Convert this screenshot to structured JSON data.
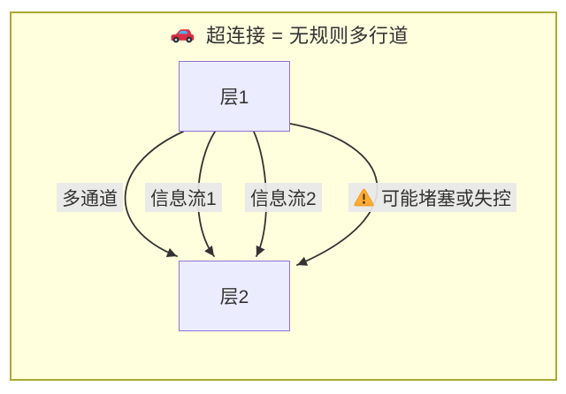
{
  "diagram": {
    "title": {
      "icon": "car-icon",
      "text": "超连接 = 无规则多行道"
    },
    "nodes": [
      {
        "id": "layer1",
        "label": "层1"
      },
      {
        "id": "layer2",
        "label": "层2"
      }
    ],
    "edges": [
      {
        "from": "层1",
        "to": "层2",
        "label": "多通道"
      },
      {
        "from": "层1",
        "to": "层2",
        "label": "信息流1"
      },
      {
        "from": "层1",
        "to": "层2",
        "label": "信息流2"
      },
      {
        "from": "层1",
        "to": "层2",
        "label": "可能堵塞或失控",
        "icon": "warning-icon"
      }
    ],
    "colors": {
      "canvas_background": "#ffffff",
      "panel_background": "#ffffde",
      "panel_border": "#aaaa33",
      "node_fill": "#ececff",
      "node_border": "#9370db",
      "edge_stroke": "#333333",
      "edge_label_background": "#e8e8e8",
      "text": "#333333",
      "warning_icon": "#ffac33",
      "car_icon": "#dd2e44"
    }
  }
}
